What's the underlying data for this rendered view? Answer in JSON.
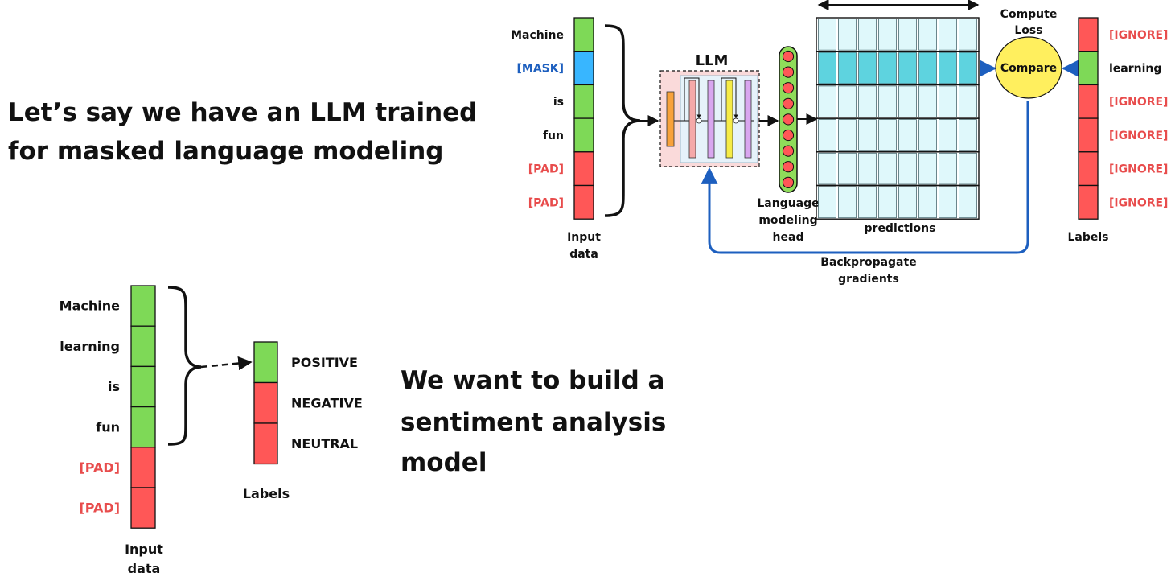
{
  "headline_top": {
    "line1": "Let’s say we have an LLM trained",
    "line2": "for masked language modeling"
  },
  "headline_bottom": {
    "line1": "We want to build a",
    "line2": "sentiment analysis",
    "line3": "model"
  },
  "mlm": {
    "input_tokens": [
      {
        "text": "Machine",
        "cell": "green",
        "label_color": "dark"
      },
      {
        "text": "[MASK]",
        "cell": "blue",
        "label_color": "blue"
      },
      {
        "text": "is",
        "cell": "green",
        "label_color": "dark"
      },
      {
        "text": "fun",
        "cell": "green",
        "label_color": "dark"
      },
      {
        "text": "[PAD]",
        "cell": "red",
        "label_color": "red"
      },
      {
        "text": "[PAD]",
        "cell": "red",
        "label_color": "red"
      }
    ],
    "input_caption": {
      "line1": "Input",
      "line2": "data"
    },
    "llm_label": "LLM",
    "head_caption": {
      "line1": "Language",
      "line2": "modeling",
      "line3": "head"
    },
    "predictions_caption": "predictions",
    "compute_loss": {
      "line1": "Compute",
      "line2": "Loss"
    },
    "compare_label": "Compare",
    "labels": [
      {
        "text": "[IGNORE]",
        "cell": "red",
        "label_color": "red"
      },
      {
        "text": "learning",
        "cell": "green",
        "label_color": "dark"
      },
      {
        "text": "[IGNORE]",
        "cell": "red",
        "label_color": "red"
      },
      {
        "text": "[IGNORE]",
        "cell": "red",
        "label_color": "red"
      },
      {
        "text": "[IGNORE]",
        "cell": "red",
        "label_color": "red"
      },
      {
        "text": "[IGNORE]",
        "cell": "red",
        "label_color": "red"
      }
    ],
    "labels_caption": "Labels",
    "backprop": {
      "line1": "Backpropagate",
      "line2": "gradients"
    }
  },
  "sentiment": {
    "input_tokens": [
      {
        "text": "Machine",
        "cell": "green",
        "label_color": "dark"
      },
      {
        "text": "learning",
        "cell": "green",
        "label_color": "dark"
      },
      {
        "text": "is",
        "cell": "green",
        "label_color": "dark"
      },
      {
        "text": "fun",
        "cell": "green",
        "label_color": "dark"
      },
      {
        "text": "[PAD]",
        "cell": "red",
        "label_color": "red"
      },
      {
        "text": "[PAD]",
        "cell": "red",
        "label_color": "red"
      }
    ],
    "input_caption": {
      "line1": "Input",
      "line2": "data"
    },
    "labels": [
      {
        "text": "POSITIVE",
        "cell": "green"
      },
      {
        "text": "NEGATIVE",
        "cell": "red"
      },
      {
        "text": "NEUTRAL",
        "cell": "red"
      }
    ],
    "labels_caption": "Labels"
  },
  "colors": {
    "green": "#7ed957",
    "blue": "#38b6ff",
    "red": "#ff5757",
    "text_dark": "#111111",
    "text_blue": "#1d5fbf",
    "text_red": "#e84c4c",
    "pred_cell": "#dff8fb",
    "pred_highlight": "#5ed3df",
    "compare_fill": "#ffef5e",
    "arrow_blue": "#1d5fbf",
    "llm_box": "#fadada",
    "head_bar": "#8fdc5a",
    "head_dot": "#ff5757"
  }
}
